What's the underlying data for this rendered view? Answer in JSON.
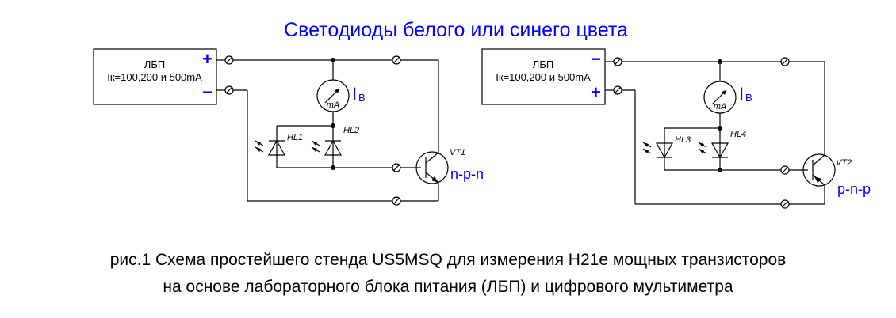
{
  "title": "Светодиоды белого или синего цвета",
  "circuits": [
    {
      "psu_label": "ЛБП",
      "psu_current": "Iк=100,200 и 500mA",
      "top_sign": "+",
      "bottom_sign": "−",
      "meter_unit": "mA",
      "meter_current_letter": "I",
      "meter_current_sub": "B",
      "led_a": "HL1",
      "led_b": "HL2",
      "transistor": "VT1",
      "transistor_type": "n-p-n"
    },
    {
      "psu_label": "ЛБП",
      "psu_current": "Iк=100,200 и 500mA",
      "top_sign": "−",
      "bottom_sign": "+",
      "meter_unit": "mA",
      "meter_current_letter": "I",
      "meter_current_sub": "B",
      "led_a": "HL3",
      "led_b": "HL4",
      "transistor": "VT2",
      "transistor_type": "p-n-p"
    }
  ],
  "caption": {
    "line1": "рис.1 Схема простейшего стенда US5MSQ для измерения H21e мощных транзисторов",
    "line2": "на основе лабораторного блока питания (ЛБП) и цифрового мультиметра"
  }
}
